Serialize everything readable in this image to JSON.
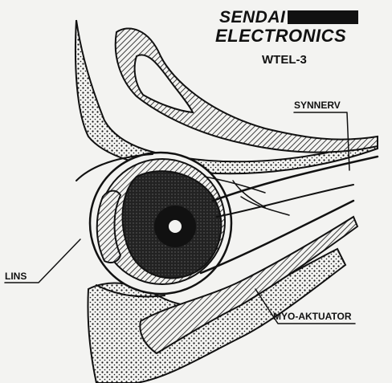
{
  "brand": {
    "line1": "SENDAI",
    "line2": "ELECTRONICS",
    "model": "WTEL-3"
  },
  "labels": {
    "optic_nerve": "SYNNERV",
    "lens": "LINS",
    "actuator": "MYO-AKTUATOR"
  },
  "colors": {
    "ink": "#111111",
    "paper": "#f3f3f1"
  }
}
